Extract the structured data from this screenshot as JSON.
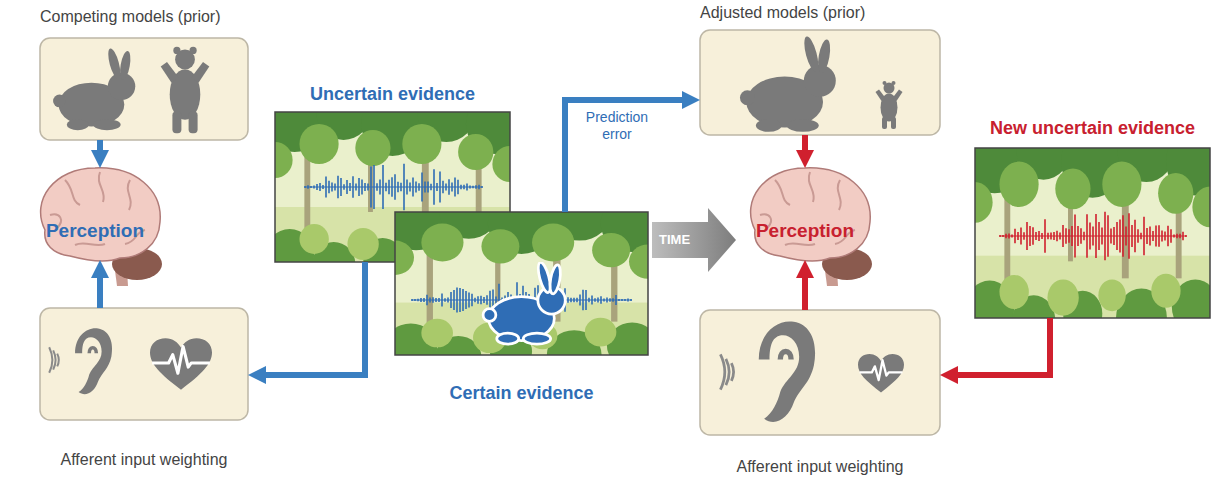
{
  "diagram": {
    "nodes": [
      {
        "text": [
          "Competing models (prior)"
        ]
      },
      {
        "text": [
          "Perception"
        ]
      },
      {
        "text": [
          "Afferent input weighting"
        ]
      },
      {
        "text": [
          "Uncertain evidence"
        ]
      },
      {
        "text": [
          "Certain evidence"
        ]
      },
      {
        "text": [
          "Adjusted models (prior)"
        ]
      },
      {
        "text": [
          "Perception"
        ]
      },
      {
        "text": [
          "Afferent input weighting"
        ]
      },
      {
        "text": [
          "New uncertain evidence"
        ]
      }
    ],
    "edges": [
      {
        "from": 0,
        "to": 1,
        "arrow": "to"
      },
      {
        "from": 2,
        "to": 1,
        "arrow": "to"
      },
      {
        "from": 3,
        "to": 2,
        "arrow": "to"
      },
      {
        "from": 4,
        "to": 5,
        "label": "Prediction error",
        "arrow": "to"
      },
      {
        "from": 5,
        "to": 6,
        "arrow": "to"
      },
      {
        "from": 7,
        "to": 6,
        "arrow": "to"
      },
      {
        "from": 8,
        "to": 7,
        "arrow": "to"
      }
    ],
    "labels": [
      "TIME"
    ]
  }
}
